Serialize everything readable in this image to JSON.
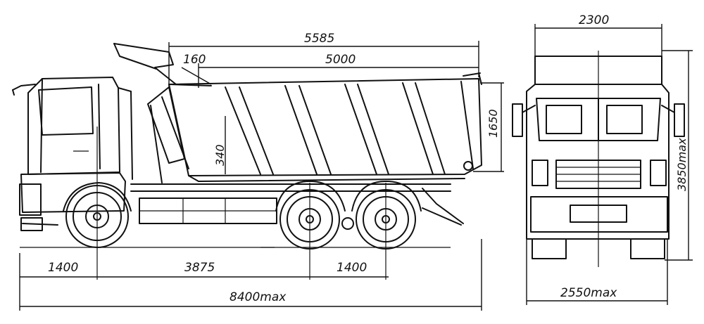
{
  "dimensions": {
    "body_length_outer": "5585",
    "body_length_inner": "5000",
    "tailgate_offset": "160",
    "body_height": "1650",
    "side_height": "340",
    "front_overhang": "1400",
    "wheelbase": "3875",
    "rear_axle_spacing": "1400",
    "overall_length": "8400max",
    "body_width": "2300",
    "overall_width": "2550max",
    "overall_height": "3850max"
  }
}
